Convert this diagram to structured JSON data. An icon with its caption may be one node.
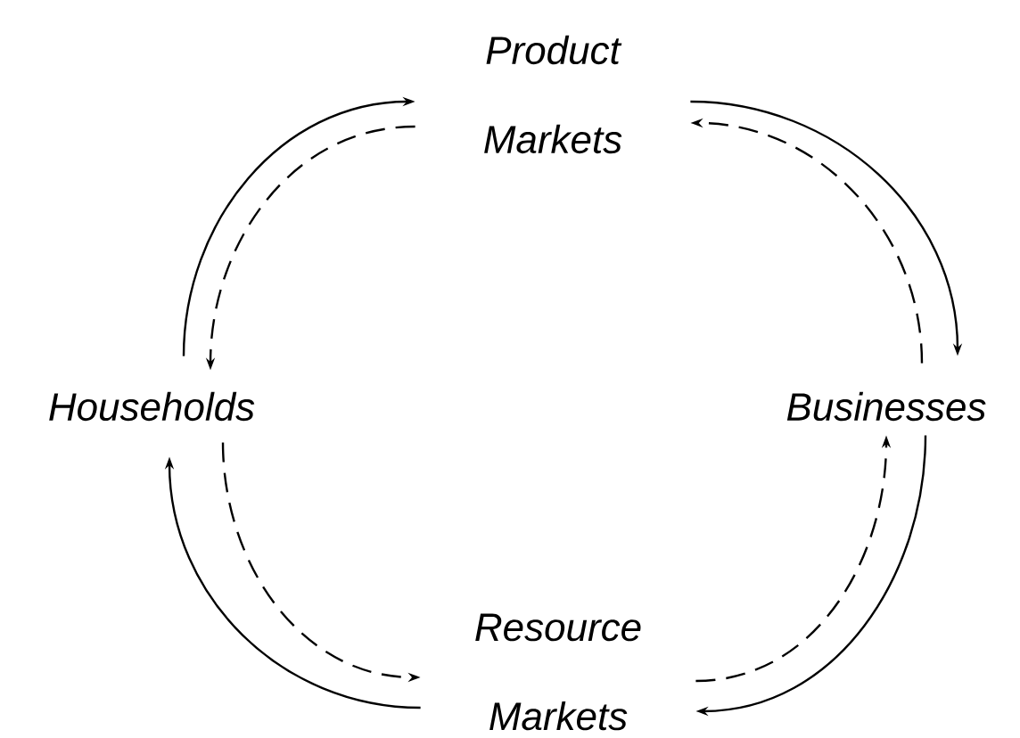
{
  "diagram": {
    "nodes": [
      {
        "text": [
          "Product Markets"
        ]
      },
      {
        "text": [
          "Households"
        ]
      },
      {
        "text": [
          "Resource Markets"
        ]
      },
      {
        "text": [
          "Businesses"
        ]
      }
    ],
    "edges": [
      {
        "from": 1,
        "to": 0,
        "arrow": "to"
      },
      {
        "from": 0,
        "to": 1,
        "arrow": "to",
        "style": "dashed"
      },
      {
        "from": 0,
        "to": 3,
        "arrow": "to"
      },
      {
        "from": 3,
        "to": 0,
        "arrow": "to",
        "style": "dashed"
      },
      {
        "from": 3,
        "to": 2,
        "arrow": "to"
      },
      {
        "from": 2,
        "to": 3,
        "arrow": "to",
        "style": "dashed"
      },
      {
        "from": 2,
        "to": 1,
        "arrow": "to"
      },
      {
        "from": 1,
        "to": 2,
        "arrow": "to",
        "style": "dashed"
      }
    ]
  }
}
